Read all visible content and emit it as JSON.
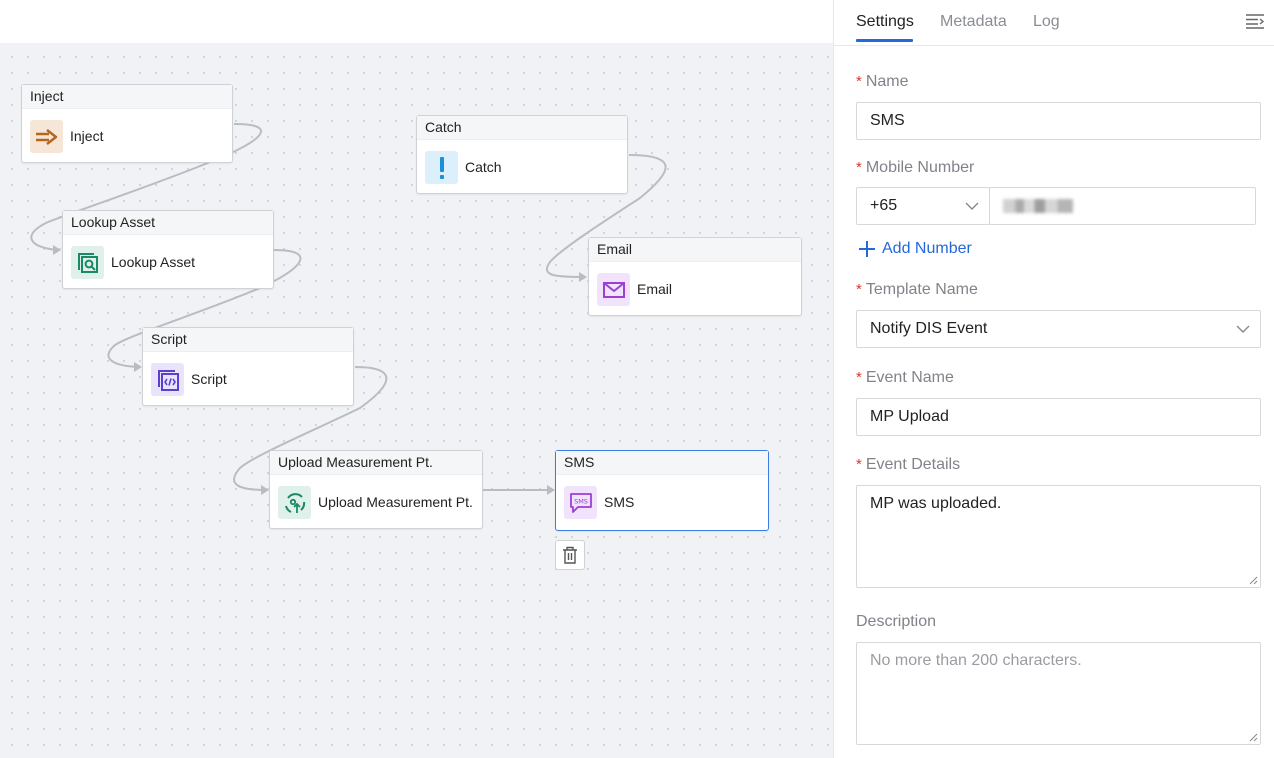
{
  "canvas": {
    "nodes": [
      {
        "id": "inject",
        "title": "Inject",
        "label": "Inject",
        "icon": "inject-arrow-icon",
        "accent": "#b5651d",
        "icon_bg": "#f6e6d8"
      },
      {
        "id": "lookup-asset",
        "title": "Lookup Asset",
        "label": "Lookup Asset",
        "icon": "lookup-asset-icon",
        "accent": "#1a8a64",
        "icon_bg": "#dff1ea"
      },
      {
        "id": "script",
        "title": "Script",
        "label": "Script",
        "icon": "script-icon",
        "accent": "#5b3fd0",
        "icon_bg": "#e9e4fb"
      },
      {
        "id": "upload-mp",
        "title": "Upload Measurement Pt.",
        "label": "Upload Measurement Pt.",
        "icon": "upload-measurement-icon",
        "accent": "#1a8a64",
        "icon_bg": "#dff1ea"
      },
      {
        "id": "catch",
        "title": "Catch",
        "label": "Catch",
        "icon": "exclamation-icon",
        "accent": "#1d8fd6",
        "icon_bg": "#dcf0fb"
      },
      {
        "id": "email",
        "title": "Email",
        "label": "Email",
        "icon": "envelope-icon",
        "accent": "#9b3fd6",
        "icon_bg": "#f1e3fb"
      },
      {
        "id": "sms",
        "title": "SMS",
        "label": "SMS",
        "icon": "sms-icon",
        "accent": "#9b3fd6",
        "icon_bg": "#f1e3fb",
        "selected": true
      }
    ],
    "delete_icon": "trash-icon"
  },
  "panel": {
    "tabs": [
      {
        "label": "Settings",
        "active": true
      },
      {
        "label": "Metadata",
        "active": false
      },
      {
        "label": "Log",
        "active": false
      }
    ],
    "menu_icon": "collapse-menu-icon",
    "required_mark": "*",
    "name": {
      "label": "Name",
      "value": "SMS"
    },
    "mobile": {
      "label": "Mobile Number",
      "country_code": "+65"
    },
    "add_number": {
      "label": "Add Number",
      "icon": "plus-icon"
    },
    "template": {
      "label": "Template Name",
      "value": "Notify DIS Event"
    },
    "event_name": {
      "label": "Event Name",
      "value": "MP Upload"
    },
    "event_details": {
      "label": "Event Details",
      "value": "MP was uploaded."
    },
    "description": {
      "label": "Description",
      "placeholder": "No more than 200 characters."
    }
  },
  "colors": {
    "accent_blue": "#2468d9",
    "required_red": "#e0362a",
    "selected_border": "#3b7be6"
  }
}
